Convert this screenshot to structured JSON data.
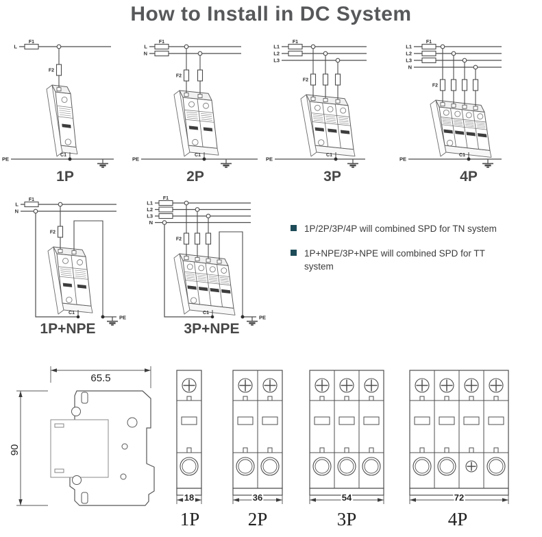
{
  "title": "How to Install in DC System",
  "colors": {
    "title": "#57585a",
    "diagram_line": "#4a4a4a",
    "bullet_square": "#1d4b58",
    "body_text": "#3b3b3b"
  },
  "labels": {
    "f1": "F1",
    "f2": "F2",
    "pe": "PE",
    "c1": "C1"
  },
  "wiring_diagrams": [
    {
      "label": "1P",
      "poles": 1,
      "lines": [
        "L"
      ],
      "fused_lines": [
        "L"
      ],
      "npe": false
    },
    {
      "label": "2P",
      "poles": 2,
      "lines": [
        "L",
        "N"
      ],
      "fused_lines": [
        "L",
        "N"
      ],
      "npe": false
    },
    {
      "label": "3P",
      "poles": 3,
      "lines": [
        "L1",
        "L2",
        "L3"
      ],
      "fused_lines": [
        "L1",
        "L2"
      ],
      "npe": false
    },
    {
      "label": "4P",
      "poles": 4,
      "lines": [
        "L1",
        "L2",
        "L3",
        "N"
      ],
      "fused_lines": [
        "L1",
        "L2",
        "L3"
      ],
      "npe": false
    },
    {
      "label": "1P+NPE",
      "poles": 2,
      "lines": [
        "L",
        "N"
      ],
      "fused_lines": [
        "L"
      ],
      "npe": true
    },
    {
      "label": "3P+NPE",
      "poles": 4,
      "lines": [
        "L1",
        "L2",
        "L3",
        "N"
      ],
      "fused_lines": [
        "L1",
        "L2",
        "L3"
      ],
      "npe": true
    }
  ],
  "notes": {
    "items": [
      "1P/2P/3P/4P will combined SPD for TN system",
      "1P+NPE/3P+NPE will combined SPD for TT system"
    ]
  },
  "outline_drawing": {
    "width_mm": "65.5",
    "height_mm": "90"
  },
  "front_views": {
    "items": [
      {
        "label": "1P",
        "poles": 1,
        "width_mm": "18"
      },
      {
        "label": "2P",
        "poles": 2,
        "width_mm": "36"
      },
      {
        "label": "3P",
        "poles": 3,
        "width_mm": "54"
      },
      {
        "label": "4P",
        "poles": 4,
        "width_mm": "72"
      }
    ]
  }
}
